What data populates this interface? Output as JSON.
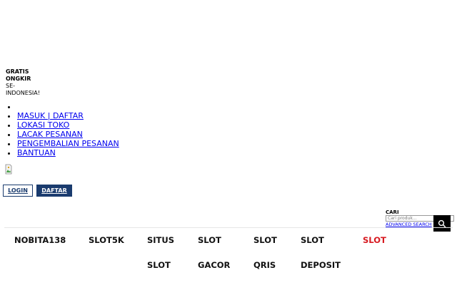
{
  "promo": {
    "line1": "GRATIS",
    "line2": "ONGKIR",
    "line3": "SE-",
    "line4": "INDONESIA!"
  },
  "top_links": [
    "MASUK | DAFTAR",
    "LOKASI TOKO",
    "LACAK PESANAN",
    "PENGEMBALIAN PESANAN",
    "BANTUAN"
  ],
  "auth": {
    "login_label": "LOGIN",
    "daftar_label": "DAFTAR"
  },
  "search": {
    "label": "CARI",
    "placeholder": "Cari produk...",
    "advanced_label": "ADVANCED SEARCH"
  },
  "nav": [
    {
      "label": "NOBITA138"
    },
    {
      "label": "SLOT5K"
    },
    {
      "label": "SITUS"
    },
    {
      "label": "SLOT"
    },
    {
      "label": "SLOT"
    },
    {
      "label": "SLOT"
    },
    {
      "label": "SLOT"
    },
    {
      "label": "GACOR"
    },
    {
      "label": "QRIS"
    },
    {
      "label": "DEPOSIT"
    },
    {
      "label": "SLOT"
    }
  ],
  "colors": {
    "brand": "#1a3b6e",
    "accent_red": "#d71920"
  }
}
